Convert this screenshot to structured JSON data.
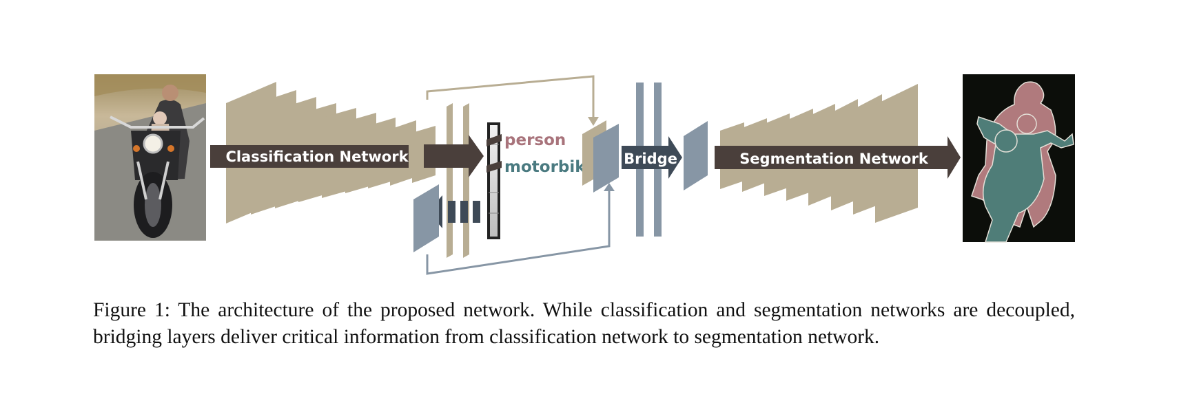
{
  "diagram": {
    "labels": {
      "classification": "Classification Network",
      "bridge": "Bridge",
      "segmentation": "Segmentation Network"
    },
    "classes": [
      {
        "name": "person",
        "color": "#a8737b"
      },
      {
        "name": "motorbike",
        "color": "#4a7a80"
      }
    ],
    "colors": {
      "layer_tan": "#b8ad93",
      "layer_blue": "#8796a5",
      "arrow_dark": "#4a3f3b",
      "bridge_arrow": "#3e4a57",
      "seg_background": "#0c0e0a",
      "seg_person": "#b07a7d",
      "seg_motorbike": "#4f7d78"
    },
    "input_image": "photo of a man and child riding a motorcycle",
    "output_image": "segmentation map: person and motorbike"
  },
  "caption": "Figure 1: The architecture of the proposed network. While classification and segmentation networks are decoupled, bridging layers deliver critical information from classification network to segmentation network."
}
